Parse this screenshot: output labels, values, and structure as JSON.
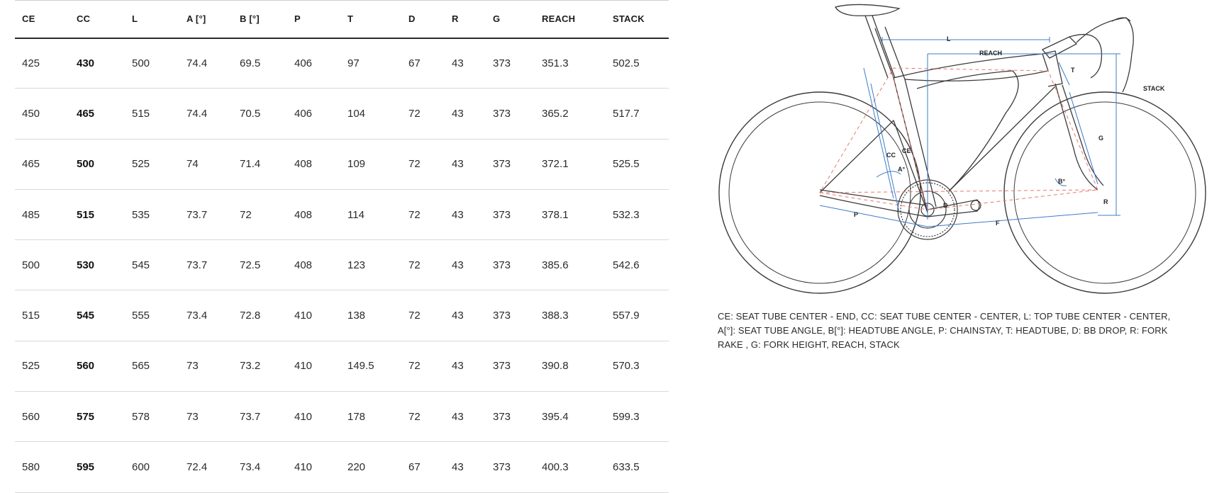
{
  "geometry_table": {
    "columns": [
      "CE",
      "CC",
      "L",
      "A [°]",
      "B [°]",
      "P",
      "T",
      "D",
      "R",
      "G",
      "REACH",
      "STACK"
    ],
    "rows": [
      [
        "425",
        "430",
        "500",
        "74.4",
        "69.5",
        "406",
        "97",
        "67",
        "43",
        "373",
        "351.3",
        "502.5"
      ],
      [
        "450",
        "465",
        "515",
        "74.4",
        "70.5",
        "406",
        "104",
        "72",
        "43",
        "373",
        "365.2",
        "517.7"
      ],
      [
        "465",
        "500",
        "525",
        "74",
        "71.4",
        "408",
        "109",
        "72",
        "43",
        "373",
        "372.1",
        "525.5"
      ],
      [
        "485",
        "515",
        "535",
        "73.7",
        "72",
        "408",
        "114",
        "72",
        "43",
        "373",
        "378.1",
        "532.3"
      ],
      [
        "500",
        "530",
        "545",
        "73.7",
        "72.5",
        "408",
        "123",
        "72",
        "43",
        "373",
        "385.6",
        "542.6"
      ],
      [
        "515",
        "545",
        "555",
        "73.4",
        "72.8",
        "410",
        "138",
        "72",
        "43",
        "373",
        "388.3",
        "557.9"
      ],
      [
        "525",
        "560",
        "565",
        "73",
        "73.2",
        "410",
        "149.5",
        "72",
        "43",
        "373",
        "390.8",
        "570.3"
      ],
      [
        "560",
        "575",
        "578",
        "73",
        "73.7",
        "410",
        "178",
        "72",
        "43",
        "373",
        "395.4",
        "599.3"
      ],
      [
        "580",
        "595",
        "600",
        "72.4",
        "73.4",
        "410",
        "220",
        "67",
        "43",
        "373",
        "400.3",
        "633.5"
      ]
    ]
  },
  "diagram": {
    "labels": {
      "l": "L",
      "reach": "REACH",
      "stack": "STACK",
      "t": "T",
      "g": "G",
      "cc": "CC",
      "ce": "CE",
      "a": "A°",
      "b": "B°",
      "d": "D",
      "r": "R",
      "p": "P",
      "f": "F"
    },
    "colors": {
      "frame": "#3a3a3a",
      "dimension": "#3d7cc9",
      "geometry": "#e8796f"
    }
  },
  "legend": {
    "text": "CE: SEAT TUBE CENTER - END, CC: SEAT TUBE CENTER - CENTER, L: TOP TUBE CENTER - CENTER, A[°]: SEAT TUBE ANGLE, B[°]: HEADTUBE ANGLE, P: CHAINSTAY, T: HEADTUBE, D: BB DROP, R: FORK RAKE , G: FORK HEIGHT, REACH, STACK"
  }
}
